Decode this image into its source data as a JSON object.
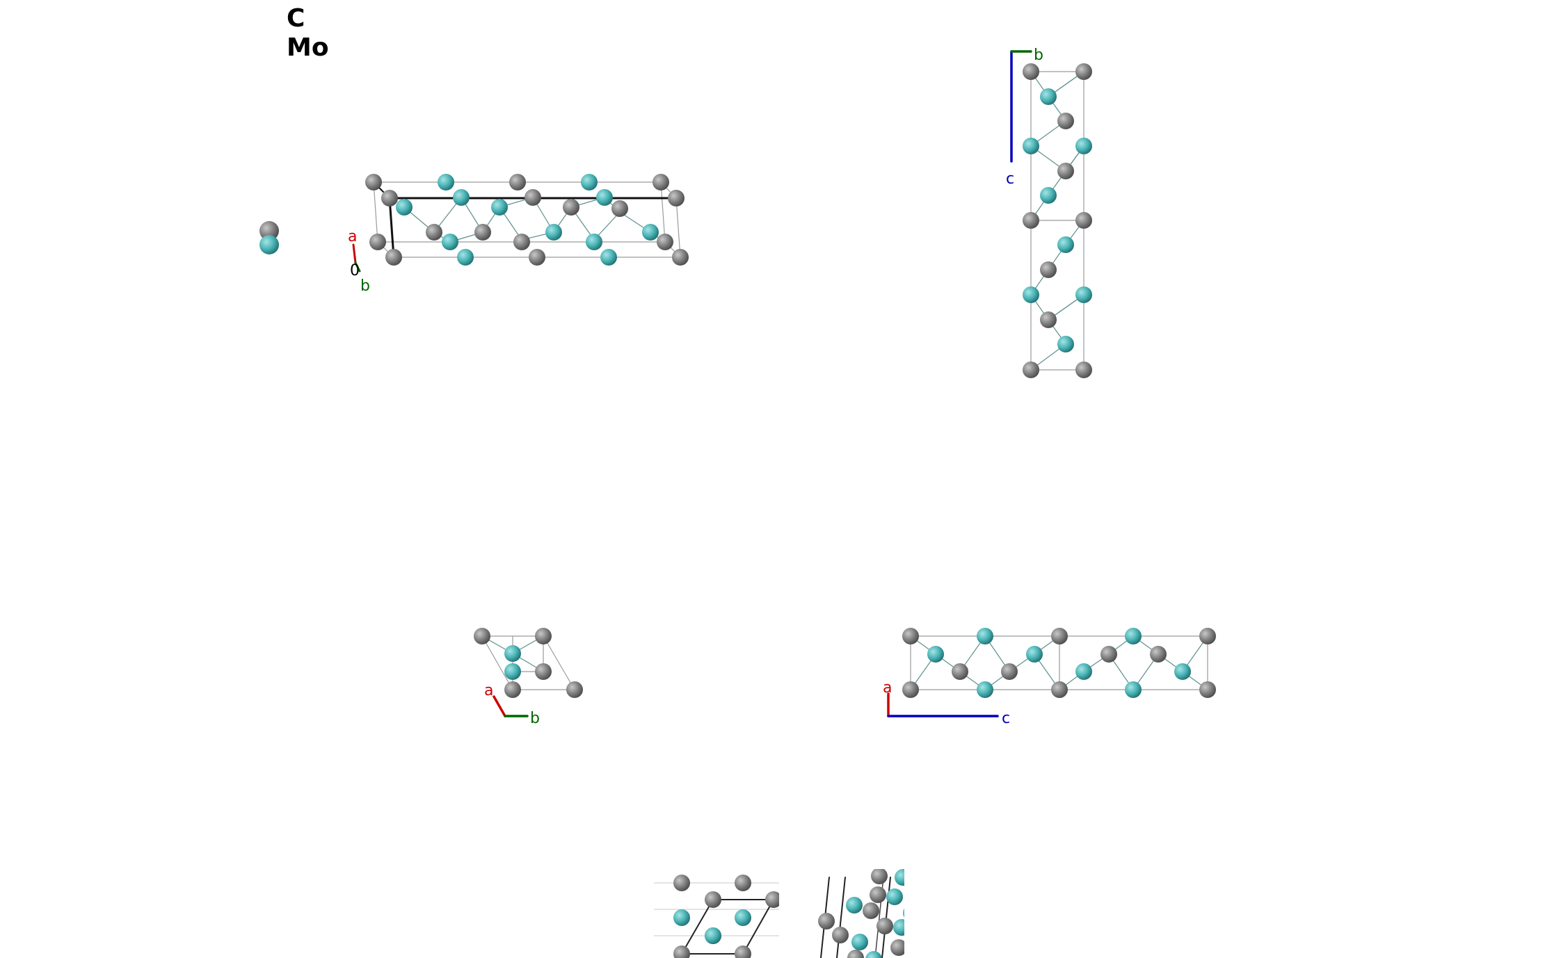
{
  "legend": {
    "elements": [
      {
        "symbol": "C",
        "color": "#808080"
      },
      {
        "symbol": "Mo",
        "color": "#4ab3b5"
      }
    ]
  },
  "colors": {
    "carbon": "#808080",
    "molybdenum": "#4ab3b5",
    "bond": "#5f8f8f",
    "cell_edge": "#9a9a9a",
    "axis_a": "#cc0000",
    "axis_b": "#006600",
    "axis_c": "#0000bb"
  },
  "views": [
    {
      "id": "perspective",
      "axes_labels": [
        "a",
        "0",
        "b"
      ]
    },
    {
      "id": "view-along-a",
      "axes_labels": [
        "b",
        "c"
      ]
    },
    {
      "id": "view-along-c",
      "axes_labels": [
        "a",
        "b"
      ]
    },
    {
      "id": "view-along-b",
      "axes_labels": [
        "a",
        "c"
      ]
    },
    {
      "id": "thumbnail-1",
      "axes_labels": []
    },
    {
      "id": "thumbnail-2",
      "axes_labels": []
    }
  ]
}
